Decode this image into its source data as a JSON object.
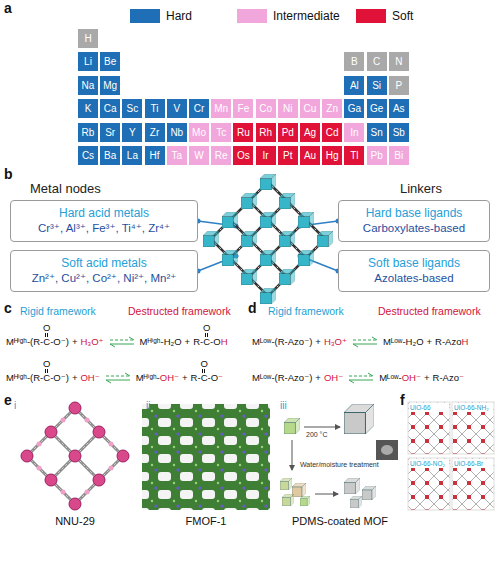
{
  "diagram": {
    "nodes": [
      {
        "text": [
          "H"
        ]
      },
      {
        "text": [
          "Li"
        ]
      },
      {
        "text": [
          "Be"
        ]
      },
      {
        "text": [
          "B"
        ]
      },
      {
        "text": [
          "C"
        ]
      },
      {
        "text": [
          "N"
        ]
      },
      {
        "text": [
          "Na"
        ]
      },
      {
        "text": [
          "Mg"
        ]
      },
      {
        "text": [
          "Al"
        ]
      },
      {
        "text": [
          "Si"
        ]
      },
      {
        "text": [
          "P"
        ]
      },
      {
        "text": [
          "K"
        ]
      },
      {
        "text": [
          "Ca"
        ]
      },
      {
        "text": [
          "Sc"
        ]
      },
      {
        "text": [
          "Ti"
        ]
      },
      {
        "text": [
          "V"
        ]
      },
      {
        "text": [
          "Cr"
        ]
      },
      {
        "text": [
          "Mn"
        ]
      },
      {
        "text": [
          "Fe"
        ]
      },
      {
        "text": [
          "Co"
        ]
      },
      {
        "text": [
          "Ni"
        ]
      },
      {
        "text": [
          "Cu"
        ]
      },
      {
        "text": [
          "Zn"
        ]
      },
      {
        "text": [
          "Ga"
        ]
      },
      {
        "text": [
          "Ge"
        ]
      },
      {
        "text": [
          "As"
        ]
      },
      {
        "text": [
          "Rb"
        ]
      },
      {
        "text": [
          "Sr"
        ]
      },
      {
        "text": [
          "Y"
        ]
      },
      {
        "text": [
          "Zr"
        ]
      },
      {
        "text": [
          "Nb"
        ]
      },
      {
        "text": [
          "Mo"
        ]
      },
      {
        "text": [
          "Tc"
        ]
      },
      {
        "text": [
          "Ru"
        ]
      },
      {
        "text": [
          "Rh"
        ]
      },
      {
        "text": [
          "Pd"
        ]
      },
      {
        "text": [
          "Ag"
        ]
      },
      {
        "text": [
          "Cd"
        ]
      },
      {
        "text": [
          "In"
        ]
      },
      {
        "text": [
          "Sn"
        ]
      },
      {
        "text": [
          "Sb"
        ]
      },
      {
        "text": [
          "Cs"
        ]
      },
      {
        "text": [
          "Ba"
        ]
      },
      {
        "text": [
          "La"
        ]
      },
      {
        "text": [
          "Hf"
        ]
      },
      {
        "text": [
          "Ta"
        ]
      },
      {
        "text": [
          "W"
        ]
      },
      {
        "text": [
          "Re"
        ]
      },
      {
        "text": [
          "Os"
        ]
      },
      {
        "text": [
          "Ir"
        ]
      },
      {
        "text": [
          "Pt"
        ]
      },
      {
        "text": [
          "Au"
        ]
      },
      {
        "text": [
          "Hg"
        ]
      },
      {
        "text": [
          "Tl"
        ]
      },
      {
        "text": [
          "Pb"
        ]
      },
      {
        "text": [
          "Bi"
        ]
      },
      {
        "text": [
          "Hard acid metals",
          "Cr³⁺, Al³⁺, Fe³⁺, Ti⁴⁺, Zr⁴⁺"
        ]
      },
      {
        "text": [
          "Hard base ligands",
          "Carboxylates-based"
        ]
      },
      {
        "text": [
          "Soft acid metals",
          "Zn²⁺, Cu²⁺, Co²⁺, Ni²⁺, Mn²⁺"
        ]
      },
      {
        "text": [
          "Soft base ligands",
          "Azolates-based"
        ]
      }
    ],
    "labels": [
      "a",
      "b",
      "Metal nodes",
      "Linkers",
      "c",
      "Rigid framework",
      "Destructed framework",
      "Mᴴⁱᵍʰ-(R-",
      "O",
      "C",
      "-O⁻)",
      "+",
      "H₃O⁺",
      "Mᴴⁱᵍʰ-H₂O",
      "+",
      "R-",
      "O",
      "C",
      "-O",
      "H",
      "Mᴴⁱᵍʰ-(R-",
      "O",
      "C",
      "-O⁻)",
      "+",
      "OH⁻",
      "Mᴴⁱᵍʰ-",
      "OH⁻",
      "+",
      "R-",
      "O",
      "C",
      "-O",
      "⁻",
      "d",
      "Rigid framework",
      "Destructed framework",
      "Mᴸᵒʷ-(R-Azo⁻)",
      "+",
      "H₃O⁺",
      "Mᴸᵒʷ-H₂O",
      "+",
      "R-Azo",
      "H",
      "Mᴸᵒʷ-(R-Azo⁻)",
      "+",
      "OH⁻",
      "Mᴸᵒʷ-",
      "OH⁻",
      "+",
      "R-Azo",
      "⁻",
      "e",
      "i",
      "ii",
      "iii",
      "200 °C",
      "Water/moisture treatment",
      "NNU-29",
      "FMOF-1",
      "PDMS-coated MOF",
      "f",
      "UiO-66",
      "UiO-66-NH₂",
      "UiO-66-NO₂",
      "UiO-66-Br"
    ],
    "legend": [
      {
        "text": "Hard",
        "color": "#1e6fb5"
      },
      {
        "text": "Intermediate",
        "color": "#f2a7dc"
      },
      {
        "text": "Soft",
        "color": "#e01237"
      }
    ]
  }
}
